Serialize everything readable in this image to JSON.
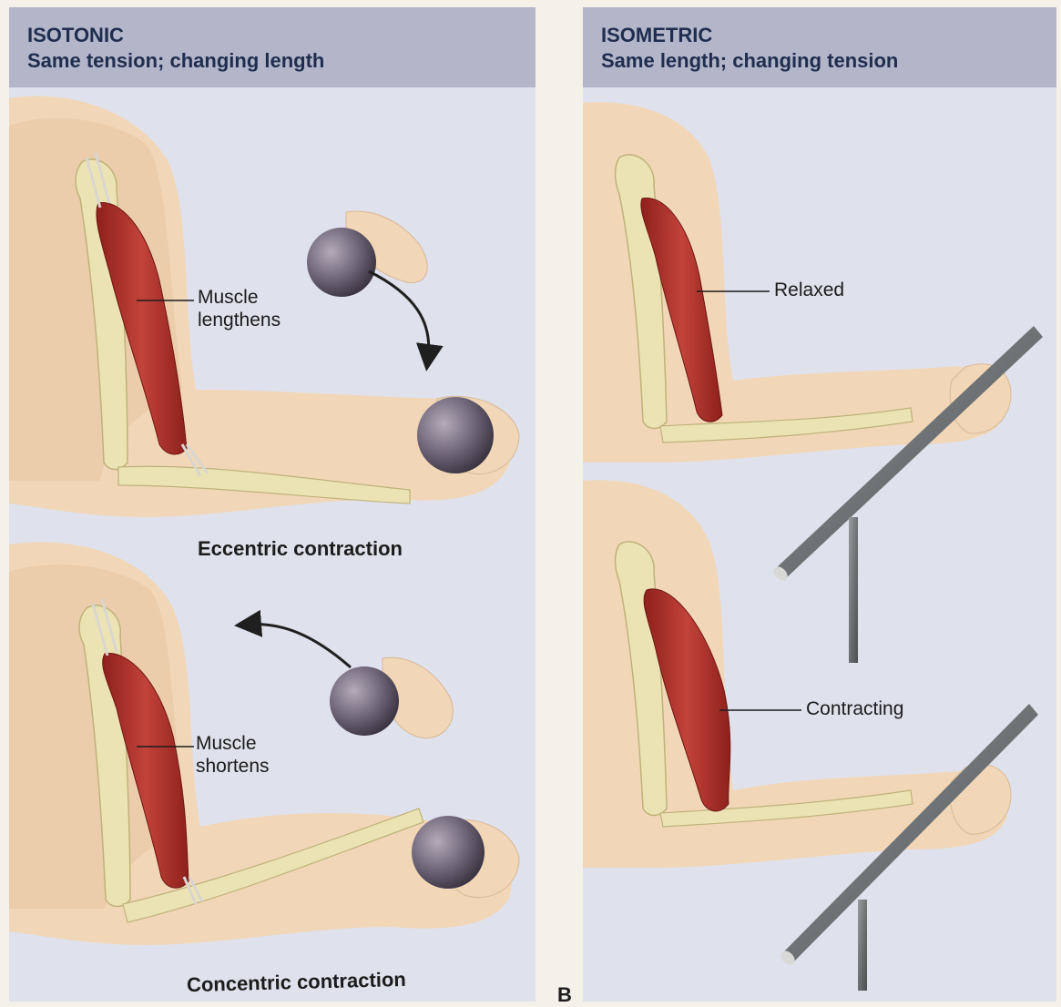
{
  "isotonic": {
    "title": "ISOTONIC",
    "subtitle": "Same tension; changing length",
    "label_lengthens_1": "Muscle",
    "label_lengthens_2": "lengthens",
    "caption_eccentric": "Eccentric contraction",
    "label_shortens_1": "Muscle",
    "label_shortens_2": "shortens",
    "caption_concentric": "Concentric contraction"
  },
  "isometric": {
    "title": "ISOMETRIC",
    "subtitle": "Same length; changing tension",
    "label_relaxed": "Relaxed",
    "label_contracting": "Contracting"
  },
  "panel_letter": "B",
  "colors": {
    "header_band": "#b3b5c9",
    "panel_bg": "#dfe1ec",
    "skin": "#f1d7b8",
    "bone": "#ece3b4",
    "muscle": "#b8322c",
    "ball": "#5e5566",
    "bar": "#6f7274",
    "title_text": "#1f2d4f"
  }
}
